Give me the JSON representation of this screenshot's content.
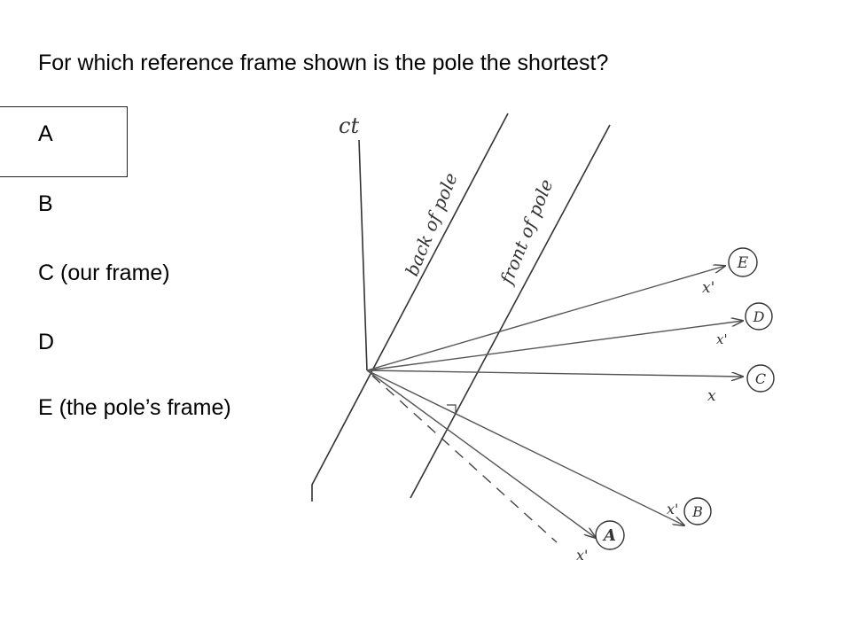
{
  "question": "For which reference frame shown is the pole the shortest?",
  "options": [
    {
      "label": "A",
      "selected": true
    },
    {
      "label": "B",
      "selected": false
    },
    {
      "label": "C (our frame)",
      "selected": false
    },
    {
      "label": "D",
      "selected": false
    },
    {
      "label": "E (the pole’s frame)",
      "selected": false
    }
  ],
  "diagram": {
    "ct_axis_label": "ct",
    "worldline_back_label": "back of pole",
    "worldline_front_label": "front of pole",
    "frames": [
      {
        "id": "E",
        "axis_label": "x'"
      },
      {
        "id": "D",
        "axis_label": "x'"
      },
      {
        "id": "C",
        "axis_label": "x"
      },
      {
        "id": "B",
        "axis_label": "x'"
      },
      {
        "id": "A",
        "axis_label": "x'"
      }
    ],
    "line_color": "#333333",
    "arrow_color": "#555555"
  }
}
